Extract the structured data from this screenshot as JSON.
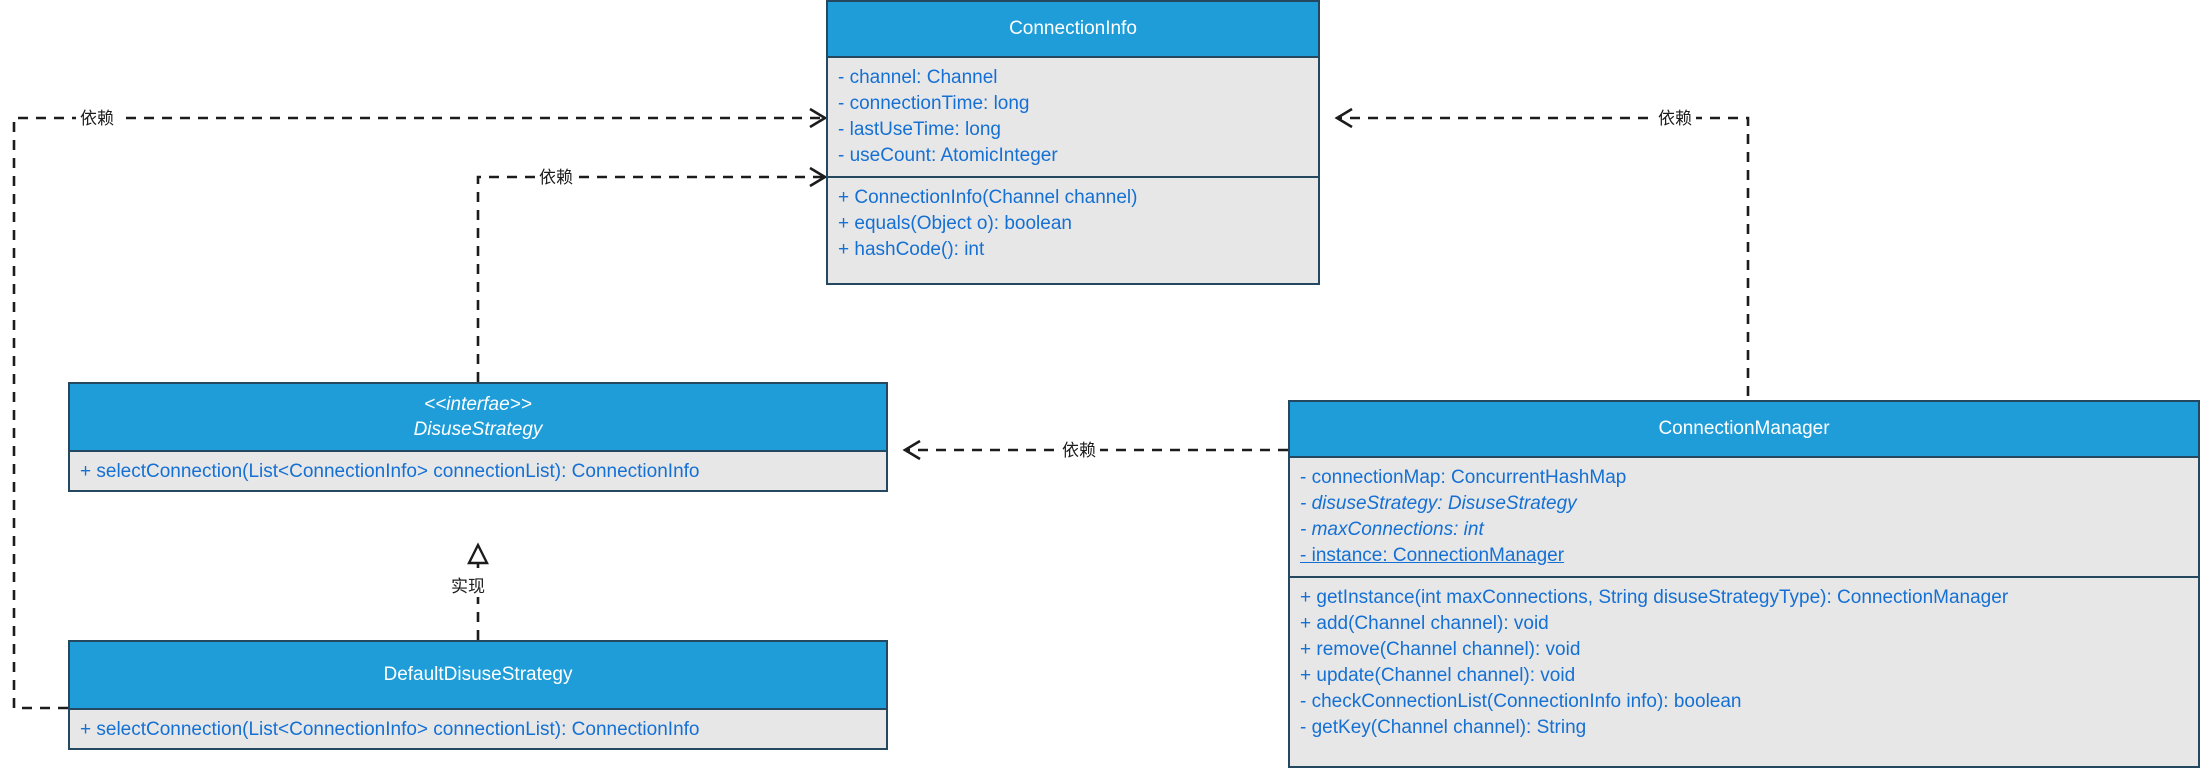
{
  "diagram": {
    "type": "uml-class-diagram",
    "colors": {
      "header_fill": "#1f9dd9",
      "body_fill": "#e7e7e7",
      "border": "#24485f",
      "member_text": "#1570d4",
      "header_text": "#ffffff",
      "edge": "#1c1c1c"
    }
  },
  "classes": [
    {
      "id": "connection-info",
      "name": "ConnectionInfo",
      "stereotype": "",
      "attributes": [
        "- channel: Channel",
        "- connectionTime: long",
        "- lastUseTime: long",
        "- useCount: AtomicInteger"
      ],
      "methods": [
        "+ ConnectionInfo(Channel channel)",
        "+ equals(Object o): boolean",
        "+ hashCode(): int"
      ]
    },
    {
      "id": "disuse-strategy",
      "name": "DisuseStrategy",
      "stereotype": "<<interfae>>",
      "attributes": [],
      "methods": [
        "+ selectConnection(List<ConnectionInfo> connectionList): ConnectionInfo"
      ]
    },
    {
      "id": "default-disuse-strategy",
      "name": "DefaultDisuseStrategy",
      "stereotype": "",
      "attributes": [],
      "methods": [
        "+ selectConnection(List<ConnectionInfo> connectionList): ConnectionInfo"
      ]
    },
    {
      "id": "connection-manager",
      "name": "ConnectionManager",
      "stereotype": "",
      "attributes": [
        "- connectionMap: ConcurrentHashMap",
        "- disuseStrategy: DisuseStrategy",
        "- maxConnections: int",
        "- instance: ConnectionManager"
      ],
      "methods": [
        "+ getInstance(int maxConnections, String disuseStrategyType): ConnectionManager",
        "+ add(Channel channel): void",
        "+ remove(Channel channel): void",
        "+ update(Channel channel): void",
        "- checkConnectionList(ConnectionInfo info): boolean",
        "- getKey(Channel channel): String"
      ]
    }
  ],
  "edges": [
    {
      "id": "edge-default-to-connectioninfo",
      "label": "依赖",
      "kind": "dependency",
      "from": "DefaultDisuseStrategy",
      "to": "ConnectionInfo"
    },
    {
      "id": "edge-disusestrategy-to-connectioninfo",
      "label": "依赖",
      "kind": "dependency",
      "from": "DisuseStrategy",
      "to": "ConnectionInfo"
    },
    {
      "id": "edge-manager-to-connectioninfo",
      "label": "依赖",
      "kind": "dependency",
      "from": "ConnectionManager",
      "to": "ConnectionInfo"
    },
    {
      "id": "edge-manager-to-disusestrategy",
      "label": "依赖",
      "kind": "dependency",
      "from": "ConnectionManager",
      "to": "DisuseStrategy"
    },
    {
      "id": "edge-default-implements-disusestrategy",
      "label": "实现",
      "kind": "realization",
      "from": "DefaultDisuseStrategy",
      "to": "DisuseStrategy"
    }
  ]
}
